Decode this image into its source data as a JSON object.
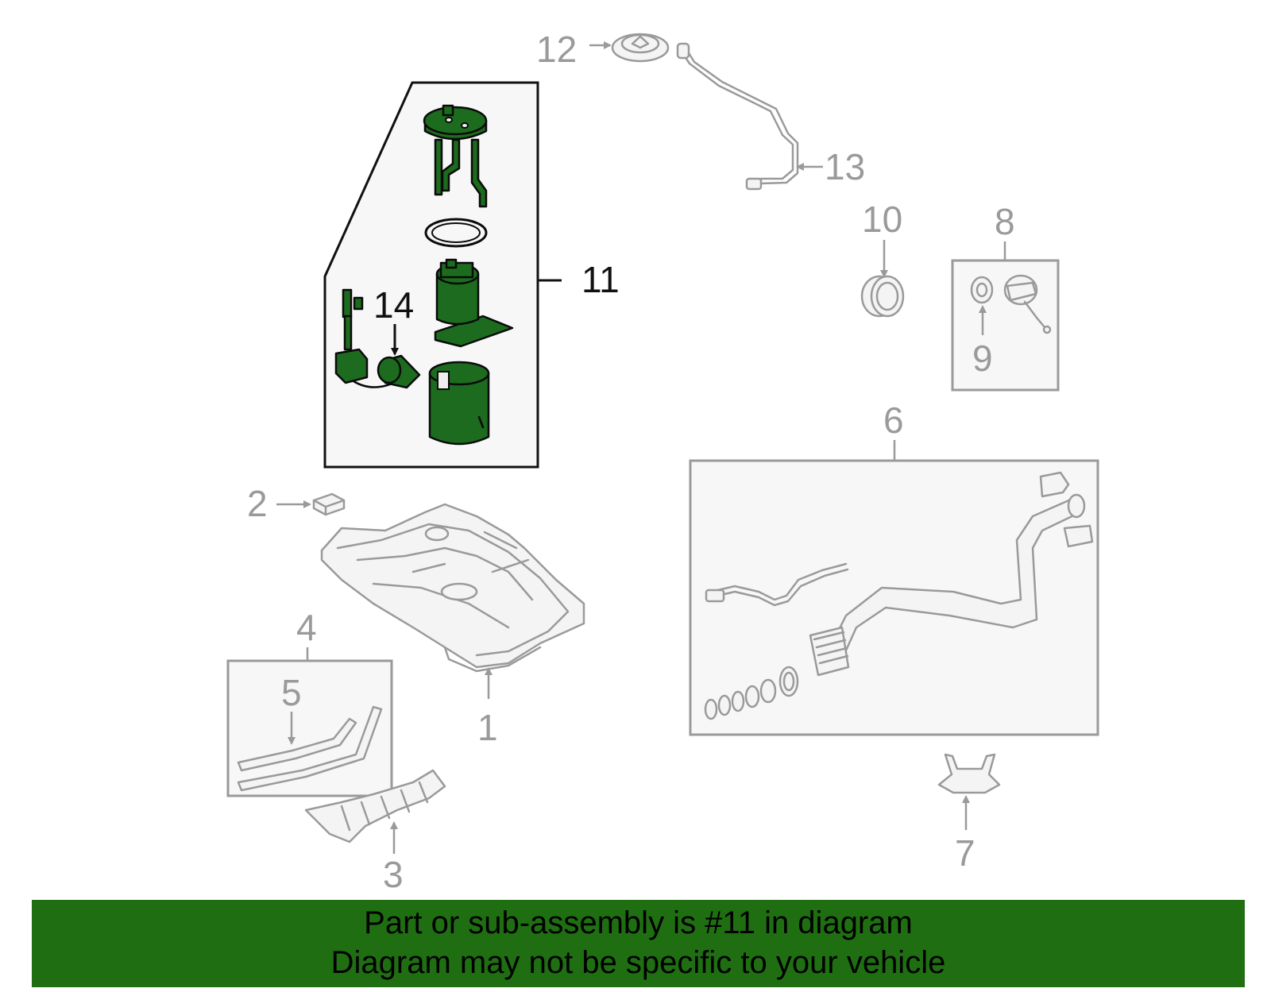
{
  "callouts": {
    "c1": "1",
    "c2": "2",
    "c3": "3",
    "c4": "4",
    "c5": "5",
    "c6": "6",
    "c7": "7",
    "c8": "8",
    "c9": "9",
    "c10": "10",
    "c11": "11",
    "c12": "12",
    "c13": "13",
    "c14": "14"
  },
  "highlighted_part": "11",
  "colors": {
    "highlight_fill": "#1c6b1e",
    "banner_bg": "#1f6f12",
    "part_outline": "#9a9a9a"
  },
  "banner": {
    "line1": "Part or sub-assembly is #11 in diagram",
    "line2": "Diagram may not be specific to your vehicle"
  }
}
